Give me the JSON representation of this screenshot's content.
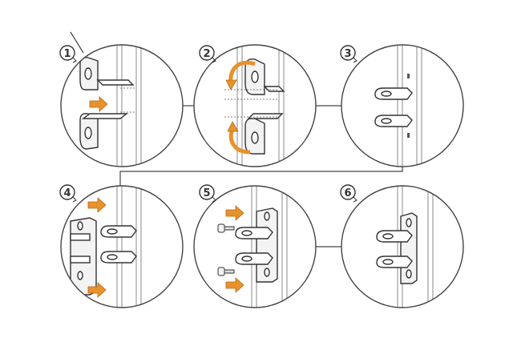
{
  "steps": [
    {
      "number": "1",
      "description_icon": "bracket-insert"
    },
    {
      "number": "2",
      "description_icon": "bracket-rotate"
    },
    {
      "number": "3",
      "description_icon": "brackets-mounted"
    },
    {
      "number": "4",
      "description_icon": "plate-approach"
    },
    {
      "number": "5",
      "description_icon": "screws-insert"
    },
    {
      "number": "6",
      "description_icon": "assembled-hinge"
    }
  ],
  "colors": {
    "line": "#444444",
    "frame": "#888888",
    "arrow": "#e8922c",
    "arrow_stroke": "#b8691a",
    "panel_fill": "#f3f3f3"
  }
}
